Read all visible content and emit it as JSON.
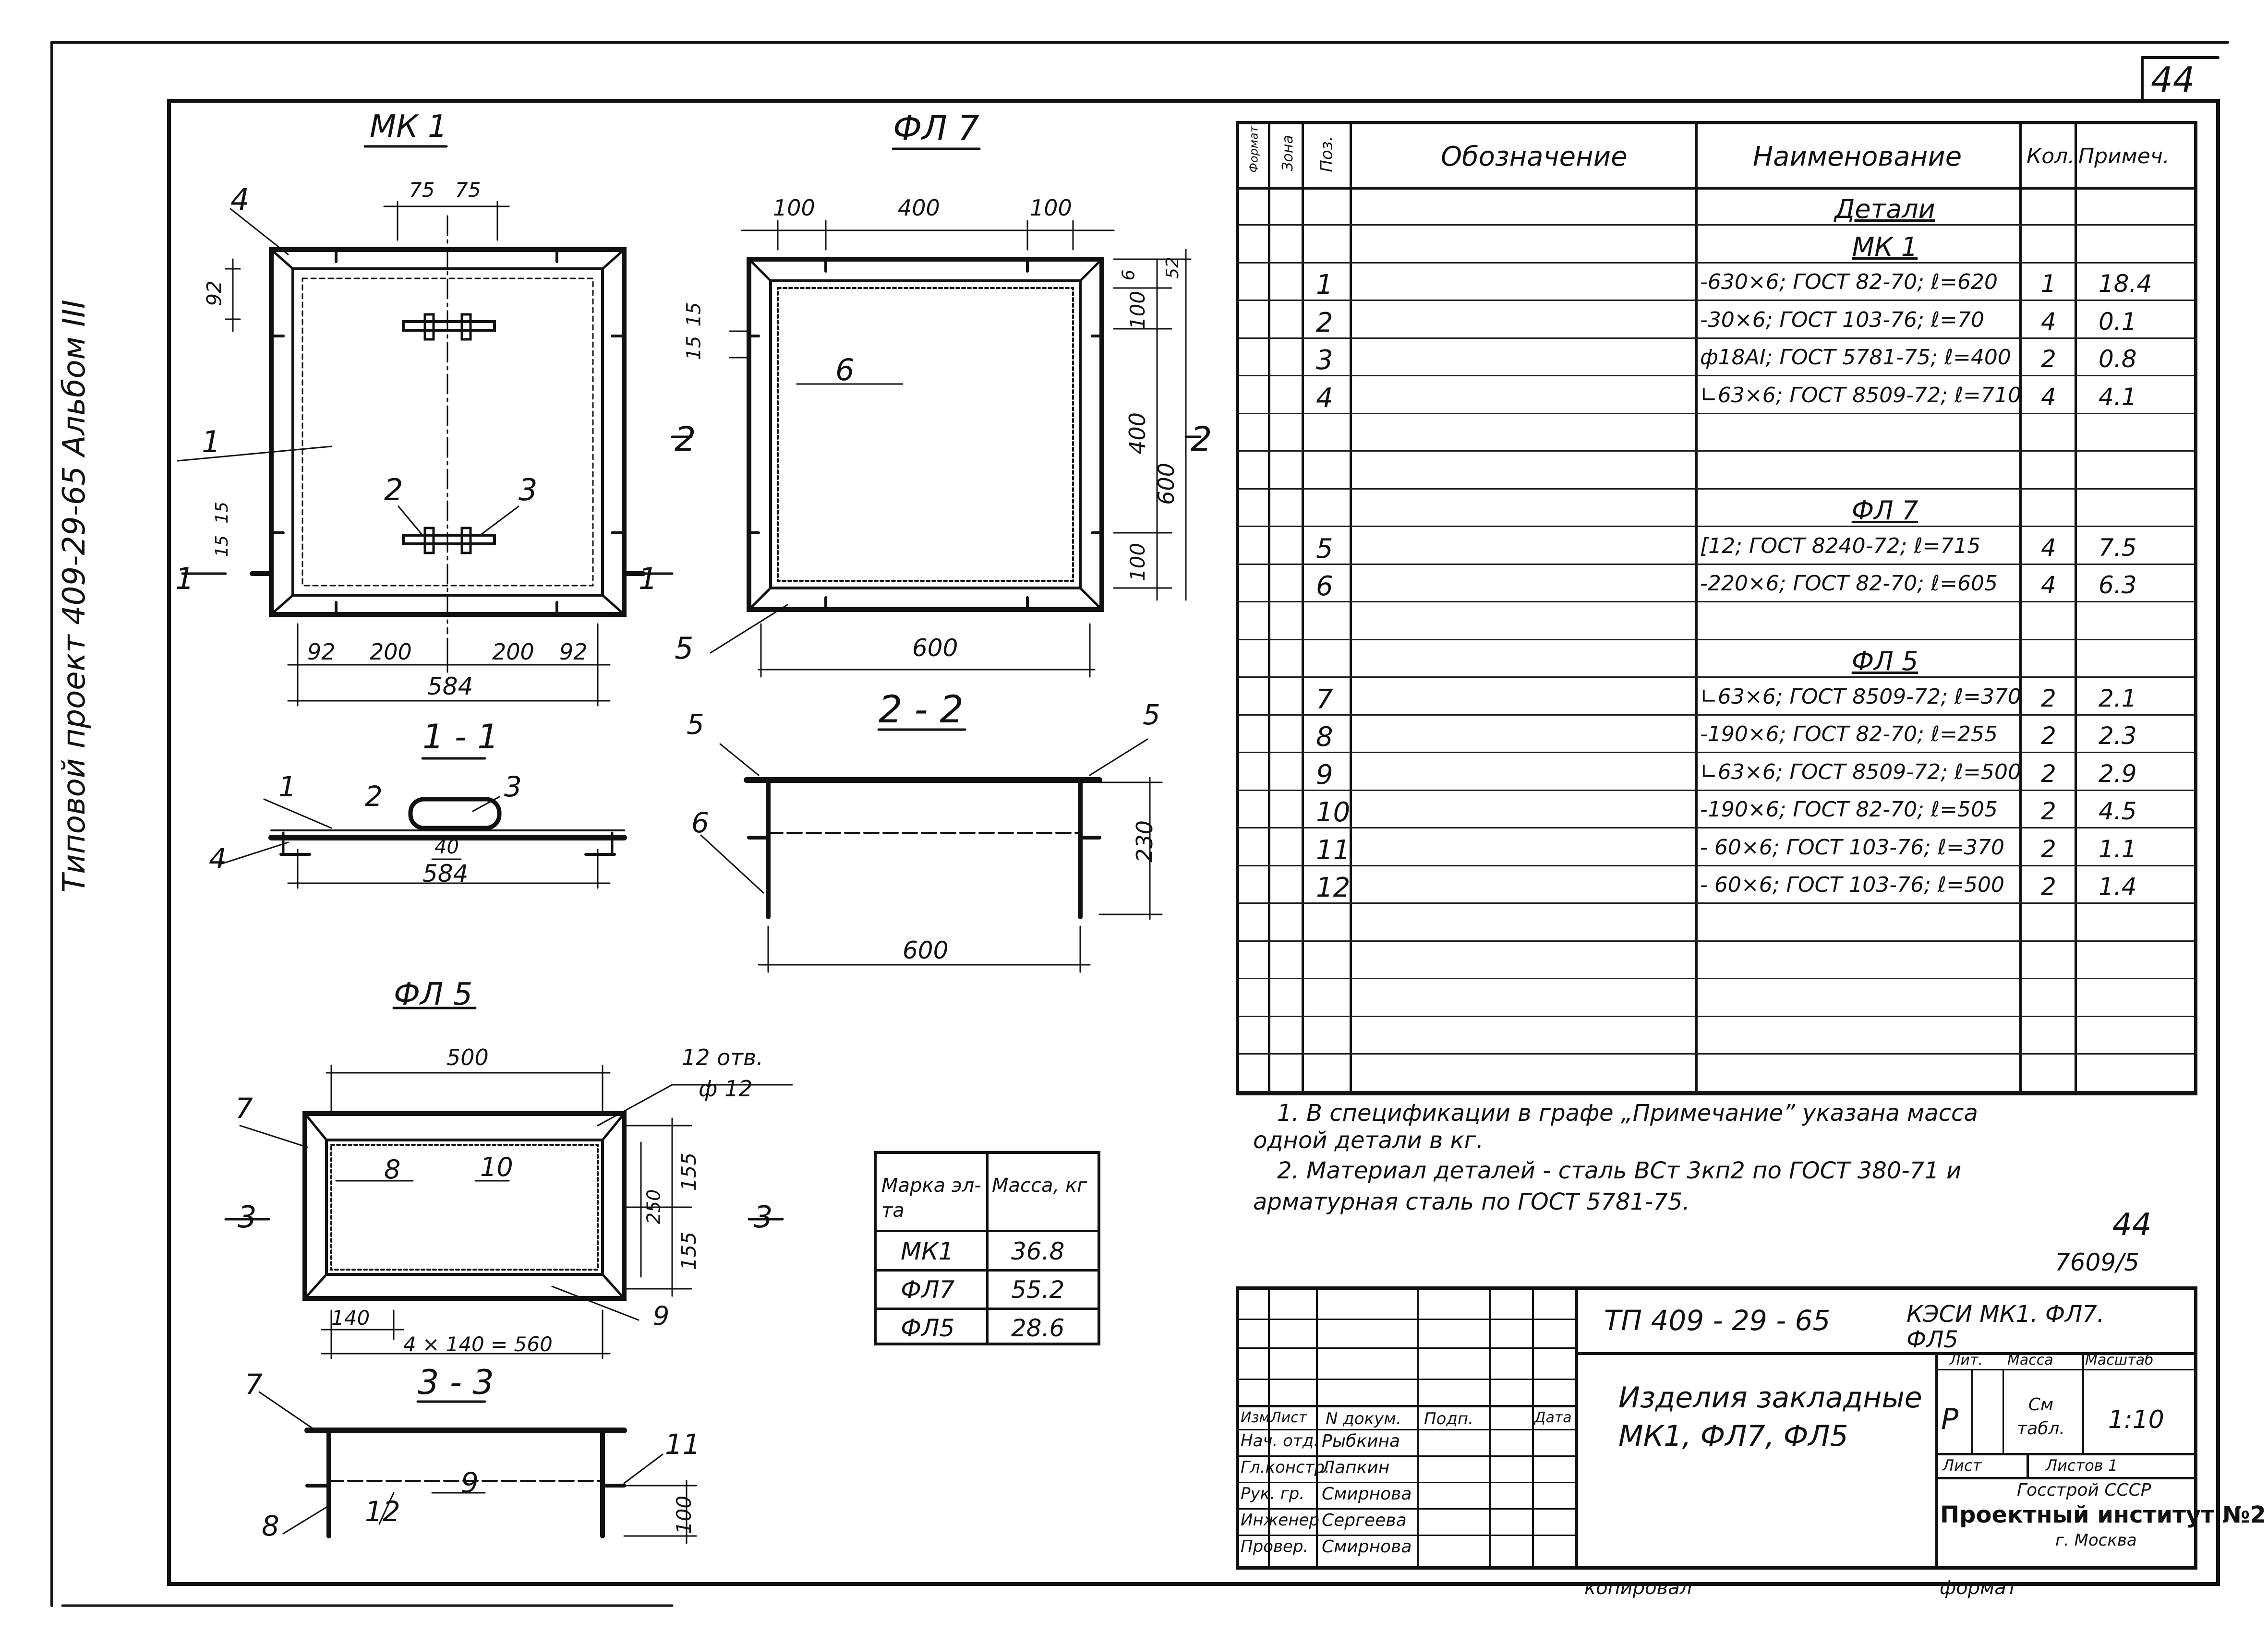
{
  "sheet": {
    "number": "44",
    "side_text": "Типовой проект 409-29-65     Альбом III",
    "bottom_left": "копировал",
    "bottom_right": "формат"
  },
  "drawings": {
    "mk1": {
      "title": "МК 1",
      "dims": [
        "75",
        "75",
        "92",
        "15",
        "15",
        "92",
        "200",
        "200",
        "92",
        "584"
      ],
      "callouts": [
        "4",
        "1",
        "2",
        "3"
      ],
      "section_mark": "1"
    },
    "fl7": {
      "title": "ФЛ 7",
      "dims": [
        "100",
        "400",
        "100",
        "15",
        "15",
        "52",
        "6",
        "100",
        "400",
        "600",
        "100",
        "600"
      ],
      "callouts": [
        "6",
        "5"
      ],
      "section_mark": "2"
    },
    "sec11": {
      "title": "1 - 1",
      "dims": [
        "40",
        "584"
      ],
      "callouts": [
        "1",
        "2",
        "3",
        "4"
      ]
    },
    "sec22": {
      "title": "2 - 2",
      "dims": [
        "230",
        "600"
      ],
      "callouts": [
        "5",
        "5",
        "6"
      ]
    },
    "fl5": {
      "title": "ФЛ 5",
      "dims": [
        "500",
        "12 отв.",
        "ф 12",
        "250",
        "155",
        "155",
        "140",
        "4 × 140 = 560"
      ],
      "callouts": [
        "7",
        "8",
        "10",
        "9"
      ],
      "section_mark": "3"
    },
    "sec33": {
      "title": "3 - 3",
      "dims": [
        "100"
      ],
      "callouts": [
        "7",
        "11",
        "8",
        "12",
        "9"
      ]
    }
  },
  "mass_table": {
    "headers": [
      "Марка эл-та",
      "Масса, кг"
    ],
    "rows": [
      [
        "МК1",
        "36.8"
      ],
      [
        "ФЛ7",
        "55.2"
      ],
      [
        "ФЛ5",
        "28.6"
      ]
    ]
  },
  "spec": {
    "headers": [
      "Формат",
      "Зона",
      "Поз.",
      "Обозначение",
      "Наименование",
      "Кол.",
      "Примеч."
    ],
    "rows": [
      {
        "name": "Детали",
        "heading": true
      },
      {
        "name": "МК 1",
        "heading": true
      },
      {
        "pos": "1",
        "name": "-630×6; ГОСТ 82-70; ℓ=620",
        "qty": "1",
        "note": "18.4"
      },
      {
        "pos": "2",
        "name": "-30×6; ГОСТ 103-76; ℓ=70",
        "qty": "4",
        "note": "0.1"
      },
      {
        "pos": "3",
        "name": "ф18АI; ГОСТ 5781-75; ℓ=400",
        "qty": "2",
        "note": "0.8"
      },
      {
        "pos": "4",
        "name": "∟63×6; ГОСТ 8509-72; ℓ=710",
        "qty": "4",
        "note": "4.1"
      },
      {
        "name": "ФЛ 7",
        "heading": true
      },
      {
        "pos": "5",
        "name": "[12;  ГОСТ 8240-72; ℓ=715",
        "qty": "4",
        "note": "7.5"
      },
      {
        "pos": "6",
        "name": "-220×6; ГОСТ 82-70; ℓ=605",
        "qty": "4",
        "note": "6.3"
      },
      {
        "name": "ФЛ 5",
        "heading": true
      },
      {
        "pos": "7",
        "name": "∟63×6; ГОСТ 8509-72; ℓ=370",
        "qty": "2",
        "note": "2.1"
      },
      {
        "pos": "8",
        "name": "-190×6; ГОСТ 82-70;  ℓ=255",
        "qty": "2",
        "note": "2.3"
      },
      {
        "pos": "9",
        "name": "∟63×6; ГОСТ 8509-72; ℓ=500",
        "qty": "2",
        "note": "2.9"
      },
      {
        "pos": "10",
        "name": "-190×6; ГОСТ 82-70; ℓ=505",
        "qty": "2",
        "note": "4.5"
      },
      {
        "pos": "11",
        "name": "- 60×6; ГОСТ 103-76; ℓ=370",
        "qty": "2",
        "note": "1.1"
      },
      {
        "pos": "12",
        "name": "- 60×6; ГОСТ 103-76; ℓ=500",
        "qty": "2",
        "note": "1.4"
      }
    ]
  },
  "notes": [
    "1.  В спецификации в графе „Примечание” указана масса",
    "одной детали в кг.",
    "2.  Материал деталей - сталь ВСт 3кп2 по ГОСТ 380-71 и",
    "арматурная сталь по ГОСТ 5781-75."
  ],
  "handwritten": {
    "num": "44",
    "code": "7609/5"
  },
  "stamp": {
    "project": "ТП 409 - 29 - 65",
    "sheet_title": "КЭСИ МК1. ФЛ7. ФЛ5",
    "product": "Изделия закладные",
    "product2": "МК1, ФЛ7, ФЛ5",
    "head_labels": [
      "Изм.",
      "Лист",
      "N докум.",
      "Подп.",
      "Дата"
    ],
    "people": [
      {
        "role": "Нач. отд.",
        "name": "Рыбкина"
      },
      {
        "role": "Гл.констр.",
        "name": "Лапкин"
      },
      {
        "role": "Рук. гр.",
        "name": "Смирнова"
      },
      {
        "role": "Инженер",
        "name": "Сергеева"
      },
      {
        "role": "Провер.",
        "name": "Смирнова"
      }
    ],
    "lit_label": "Лит.",
    "mass_label": "Масса",
    "scale_label": "Масштаб",
    "lit": "Р",
    "mass": "См табл.",
    "scale": "1:10",
    "sheet_label": "Лист",
    "sheets_label": "Листов 1",
    "org1": "Госстрой СССР",
    "org2": "Проектный институт №2",
    "org3": "г. Москва"
  }
}
